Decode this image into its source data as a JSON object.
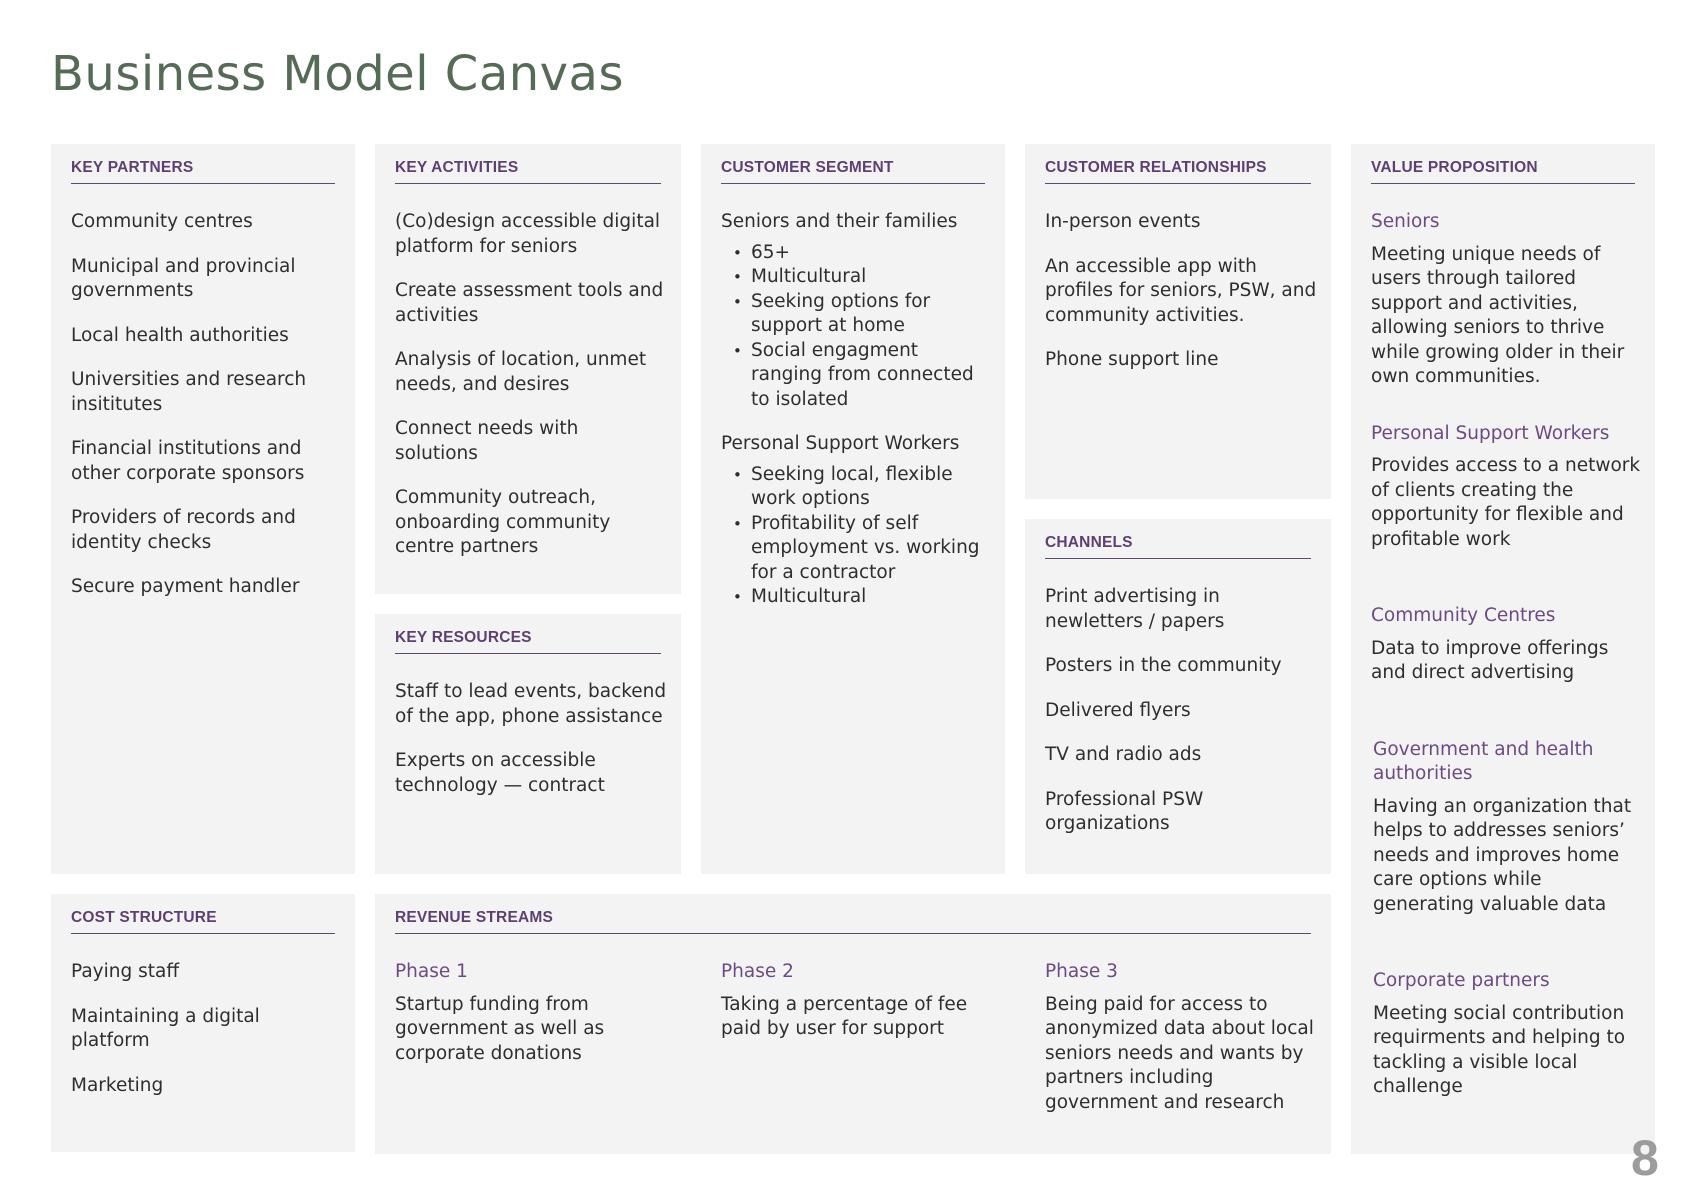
{
  "title": "Business Model Canvas",
  "page_number": "8",
  "key_partners": {
    "heading": "KEY PARTNERS",
    "items": [
      "Community centres",
      "Municipal and provincial governments",
      "Local health authorities",
      "Universities and research insititutes",
      "Financial institutions and other corporate sponsors",
      "Providers of records and identity checks",
      "Secure payment handler"
    ]
  },
  "key_activities": {
    "heading": "KEY ACTIVITIES",
    "items": [
      "(Co)design accessible digital platform for seniors",
      "Create assessment tools and activities",
      "Analysis of location, unmet needs, and desires",
      "Connect needs with solutions",
      "Community outreach, onboarding community centre partners"
    ]
  },
  "key_resources": {
    "heading": "KEY RESOURCES",
    "items": [
      "Staff to lead events, backend of the app, phone assistance",
      "Experts on accessible technology — contract"
    ]
  },
  "customer_segment": {
    "heading": "CUSTOMER SEGMENT",
    "groups": [
      {
        "label": "Seniors and their families",
        "bullets": [
          "65+",
          "Multicultural",
          "Seeking options for support at home",
          "Social engagment ranging from connected to isolated"
        ]
      },
      {
        "label": "Personal Support Workers",
        "bullets": [
          "Seeking local, flexible work options",
          "Profitability of self employment vs. working for a contractor",
          "Multicultural"
        ]
      }
    ]
  },
  "customer_relationships": {
    "heading": "CUSTOMER RELATIONSHIPS",
    "items": [
      "In-person events",
      "An accessible app with profiles for seniors, PSW, and community activities.",
      "Phone support line"
    ]
  },
  "channels": {
    "heading": "CHANNELS",
    "items": [
      "Print advertising in newletters / papers",
      "Posters in the community",
      "Delivered flyers",
      "TV and radio ads",
      "Professional PSW organizations"
    ]
  },
  "value_proposition": {
    "heading": "VALUE PROPOSITION",
    "items": [
      {
        "title": "Seniors",
        "text": "Meeting unique needs of users through tailored support and activities, allowing seniors to thrive while growing older in their own communities."
      },
      {
        "title": "Personal Support Workers",
        "text": "Provides access to a network of clients creating the opportunity for flexible and profitable work"
      },
      {
        "title": "Community Centres",
        "text": "Data to improve offerings and direct advertising"
      },
      {
        "title": "Government and health authorities",
        "text": "Having an organization that helps to addresses seniors’ needs and improves home care options while generating valuable data"
      },
      {
        "title": "Corporate partners",
        "text": "Meeting social contribution requirments and helping to tackling a visible local challenge"
      }
    ]
  },
  "cost_structure": {
    "heading": "COST STRUCTURE",
    "items": [
      "Paying staff",
      "Maintaining a digital platform",
      "Marketing"
    ]
  },
  "revenue_streams": {
    "heading": "REVENUE STREAMS",
    "phases": [
      {
        "title": "Phase 1",
        "text": "Startup funding from government as well as corporate donations"
      },
      {
        "title": "Phase 2",
        "text": "Taking a percentage of fee paid by user for support"
      },
      {
        "title": "Phase 3",
        "text": "Being paid for access to anonymized data about local seniors needs and wants by partners including government and research"
      }
    ]
  }
}
